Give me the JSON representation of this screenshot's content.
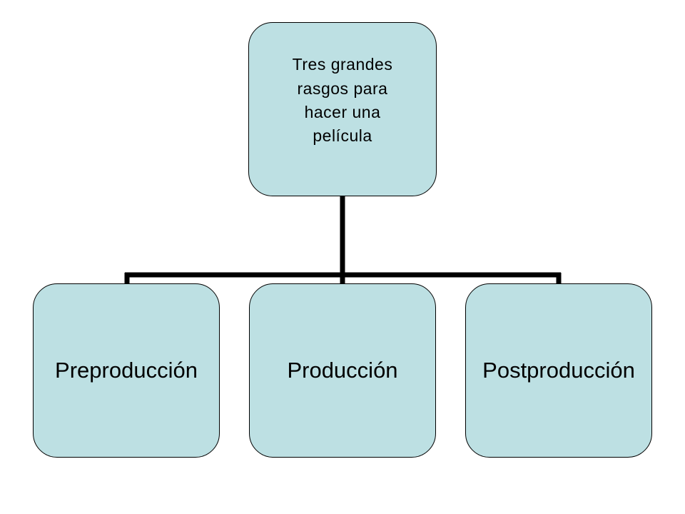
{
  "diagram": {
    "type": "org-chart",
    "root": {
      "label": "Tres grandes\nrasgos para\nhacer una\npelícula"
    },
    "children": [
      {
        "label": "Preproducción"
      },
      {
        "label": "Producción"
      },
      {
        "label": "Postproducción"
      }
    ],
    "colors": {
      "node_fill": "#bde0e3",
      "node_border": "#000000",
      "connector": "#000000",
      "background": "#ffffff"
    }
  }
}
